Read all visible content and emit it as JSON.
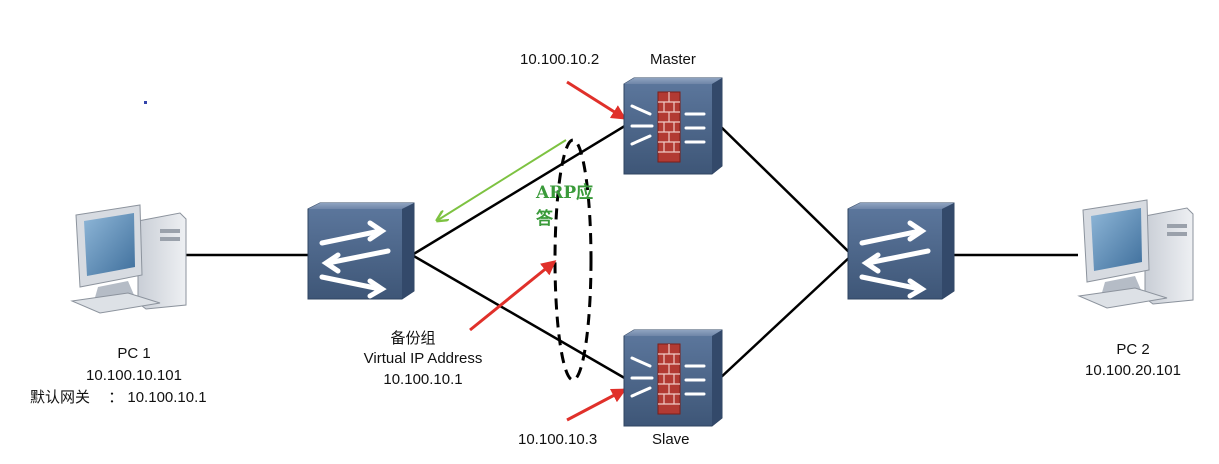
{
  "nodes": {
    "pc1": {
      "name": "PC 1",
      "ip": "10.100.10.101",
      "gateway_label": "默认网关",
      "gateway_sep": "：",
      "gateway_ip": "10.100.10.1",
      "icon": "desktop-pc-icon"
    },
    "pc2": {
      "name": "PC 2",
      "ip": "10.100.20.101",
      "icon": "desktop-pc-icon"
    },
    "switch_left": {
      "icon": "switch-icon"
    },
    "switch_right": {
      "icon": "switch-icon"
    },
    "master": {
      "role": "Master",
      "ip": "10.100.10.2",
      "icon": "firewall-icon"
    },
    "slave": {
      "role": "Slave",
      "ip": "10.100.10.3",
      "icon": "firewall-icon"
    }
  },
  "backup_group": {
    "title": "备份组",
    "vip_label": "Virtual IP Address",
    "vip": "10.100.10.1"
  },
  "arp_reply": {
    "line1": "ARP应",
    "line2": "答"
  },
  "colors": {
    "arp_arrow": "#7dc241",
    "arp_text": "#3a9a3a",
    "pointer_arrow": "#e0302a",
    "link": "#000000",
    "device_blue": "#4f6a8f",
    "firewall_red": "#b23a33"
  }
}
